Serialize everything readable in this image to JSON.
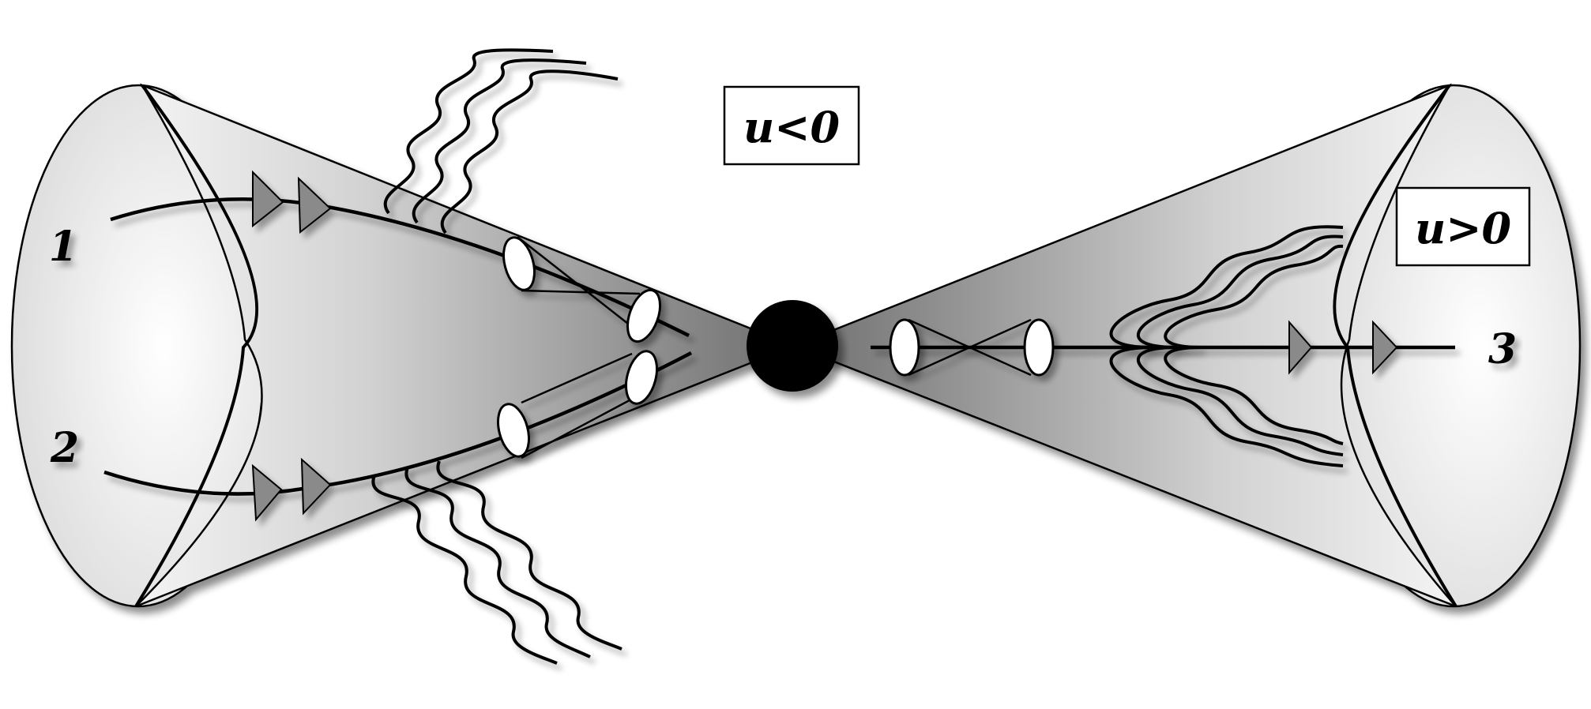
{
  "labels": {
    "in1": "1",
    "in2": "2",
    "out3": "3",
    "past": "u<0",
    "future": "u>0"
  },
  "colors": {
    "cone_light": "#f2f2f2",
    "cone_dark": "#777777",
    "vertex": "#000000",
    "arrow": "#8a8a8a",
    "glow": "#b8e0dc",
    "line": "#000000"
  }
}
